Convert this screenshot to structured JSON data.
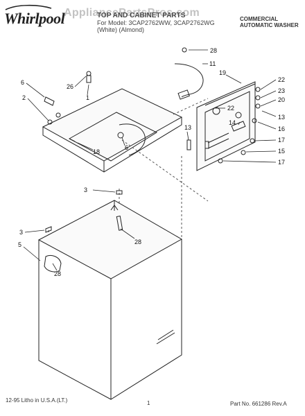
{
  "header": {
    "brand": "Whirlpool",
    "title_line": "TOP AND CABINET PARTS",
    "model_line": "For Model: 3CAP2762WW, 3CAP2762WG",
    "color_line": "(White)   (Almond)",
    "product_type_line1": "COMMERCIAL",
    "product_type_line2": "AUTOMATIC WASHER"
  },
  "watermark": "AppliancePartsPros.com",
  "callouts": [
    {
      "id": "c28a",
      "label": "28"
    },
    {
      "id": "c11",
      "label": "11"
    },
    {
      "id": "c19",
      "label": "19"
    },
    {
      "id": "c22a",
      "label": "22"
    },
    {
      "id": "c23",
      "label": "23"
    },
    {
      "id": "c20",
      "label": "20"
    },
    {
      "id": "c13a",
      "label": "13"
    },
    {
      "id": "c22b",
      "label": "22"
    },
    {
      "id": "c14",
      "label": "14"
    },
    {
      "id": "c16",
      "label": "16"
    },
    {
      "id": "c17a",
      "label": "17"
    },
    {
      "id": "c15",
      "label": "15"
    },
    {
      "id": "c17b",
      "label": "17"
    },
    {
      "id": "c13b",
      "label": "13"
    },
    {
      "id": "c6a",
      "label": "6"
    },
    {
      "id": "c26",
      "label": "26"
    },
    {
      "id": "c1",
      "label": "1"
    },
    {
      "id": "c2",
      "label": "2"
    },
    {
      "id": "c18",
      "label": "18"
    },
    {
      "id": "c6b",
      "label": "6"
    },
    {
      "id": "c3a",
      "label": "3"
    },
    {
      "id": "c28b",
      "label": "28"
    },
    {
      "id": "c3b",
      "label": "3"
    },
    {
      "id": "c5",
      "label": "5"
    },
    {
      "id": "c28c",
      "label": "28"
    }
  ],
  "footer": {
    "litho": "12-95 Litho in U.S.A.(LT.)",
    "page_number": "1",
    "part_number": "Part No. 661286 Rev.A"
  }
}
